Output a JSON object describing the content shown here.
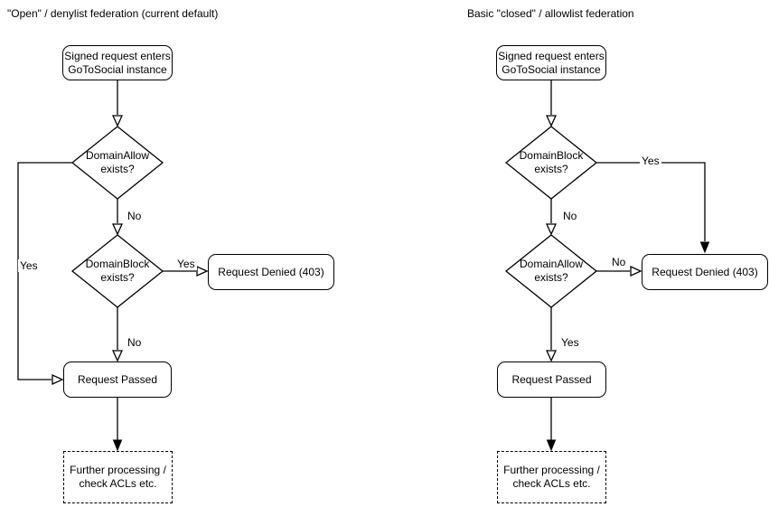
{
  "canvas": {
    "background": "#ffffff",
    "stroke_color": "#000000",
    "text_color": "#000000",
    "node_fill": "#ffffff"
  },
  "left_flow": {
    "title": "\"Open\" / denylist federation (current default)",
    "start_node": "Signed request enters\nGoToSocial instance",
    "decision1": "DomainAllow\nexists?",
    "decision1_no_label": "No",
    "decision1_yes_label": "Yes",
    "decision2": "DomainBlock\nexists?",
    "decision2_yes_label": "Yes",
    "decision2_no_label": "No",
    "denied_node": "Request Denied (403)",
    "passed_node": "Request Passed",
    "further_node": "Further processing /\ncheck ACLs etc."
  },
  "right_flow": {
    "title": "Basic \"closed\" / allowlist federation",
    "start_node": "Signed request enters\nGoToSocial instance",
    "decision1": "DomainBlock\nexists?",
    "decision1_yes_label": "Yes",
    "decision1_no_label": "No",
    "decision2": "DomainAllow\nexists?",
    "decision2_no_label": "No",
    "decision2_yes_label": "Yes",
    "denied_node": "Request Denied (403)",
    "passed_node": "Request Passed",
    "further_node": "Further processing /\ncheck ACLs etc."
  }
}
